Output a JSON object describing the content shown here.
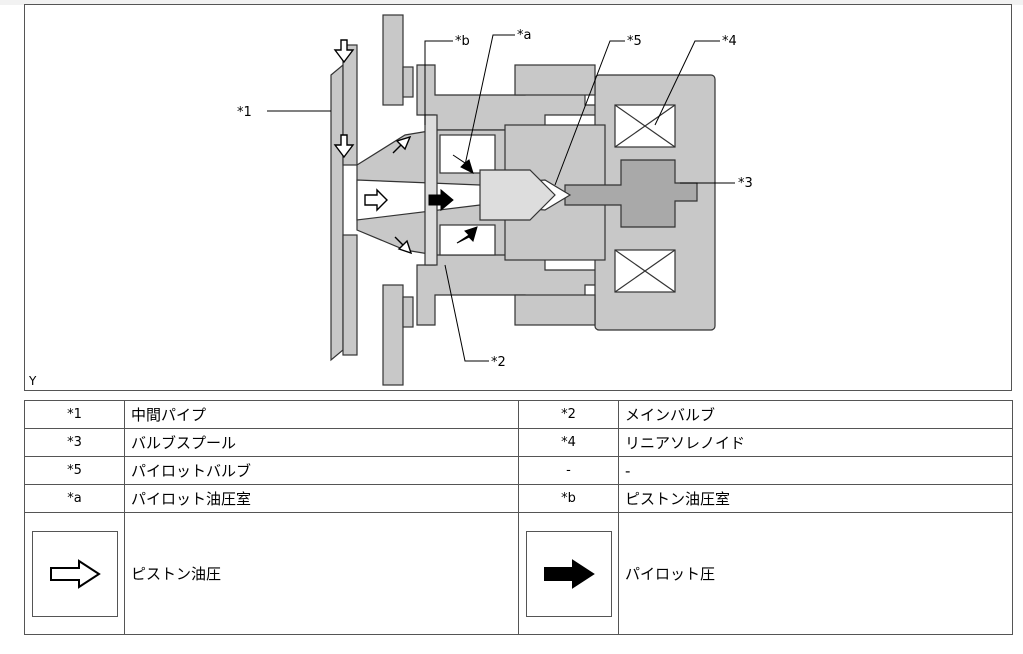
{
  "figure": {
    "corner_label": "Y",
    "callouts": {
      "c1": "*1",
      "c2": "*2",
      "c3": "*3",
      "c4": "*4",
      "c5": "*5",
      "ca": "*a",
      "cb": "*b"
    }
  },
  "legend": {
    "rows": [
      {
        "code_l": "*1",
        "text_l": "中間パイプ",
        "code_r": "*2",
        "text_r": "メインバルブ"
      },
      {
        "code_l": "*3",
        "text_l": "バルブスプール",
        "code_r": "*4",
        "text_r": "リニアソレノイド"
      },
      {
        "code_l": "*5",
        "text_l": "パイロットバルブ",
        "code_r": "-",
        "text_r": "-"
      },
      {
        "code_l": "*a",
        "text_l": "パイロット油圧室",
        "code_r": "*b",
        "text_r": "ピストン油圧室"
      }
    ],
    "arrows": {
      "hollow_label": "ピストン油圧",
      "solid_label": "パイロット圧"
    }
  }
}
